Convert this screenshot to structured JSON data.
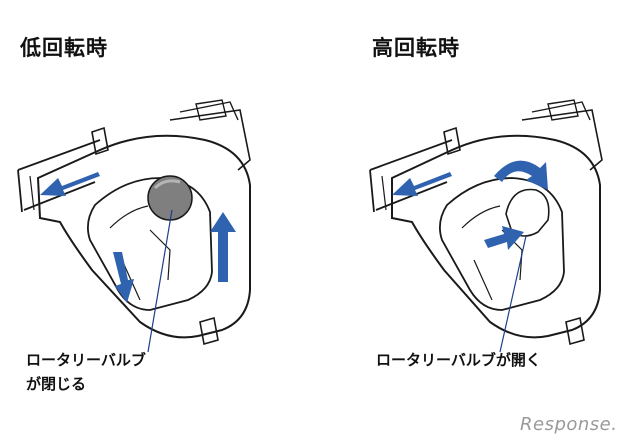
{
  "left": {
    "title": "低回転時",
    "label_line1": "ロータリーバルブ",
    "label_line2": "が閉じる"
  },
  "right": {
    "title": "高回転時",
    "label": "ロータリーバルブが開く"
  },
  "logo": {
    "text": "Response."
  },
  "colors": {
    "arrow": "#2f63b0",
    "line": "#1a1a1a",
    "valve": "#7f7f7f",
    "background": "#ffffff"
  }
}
